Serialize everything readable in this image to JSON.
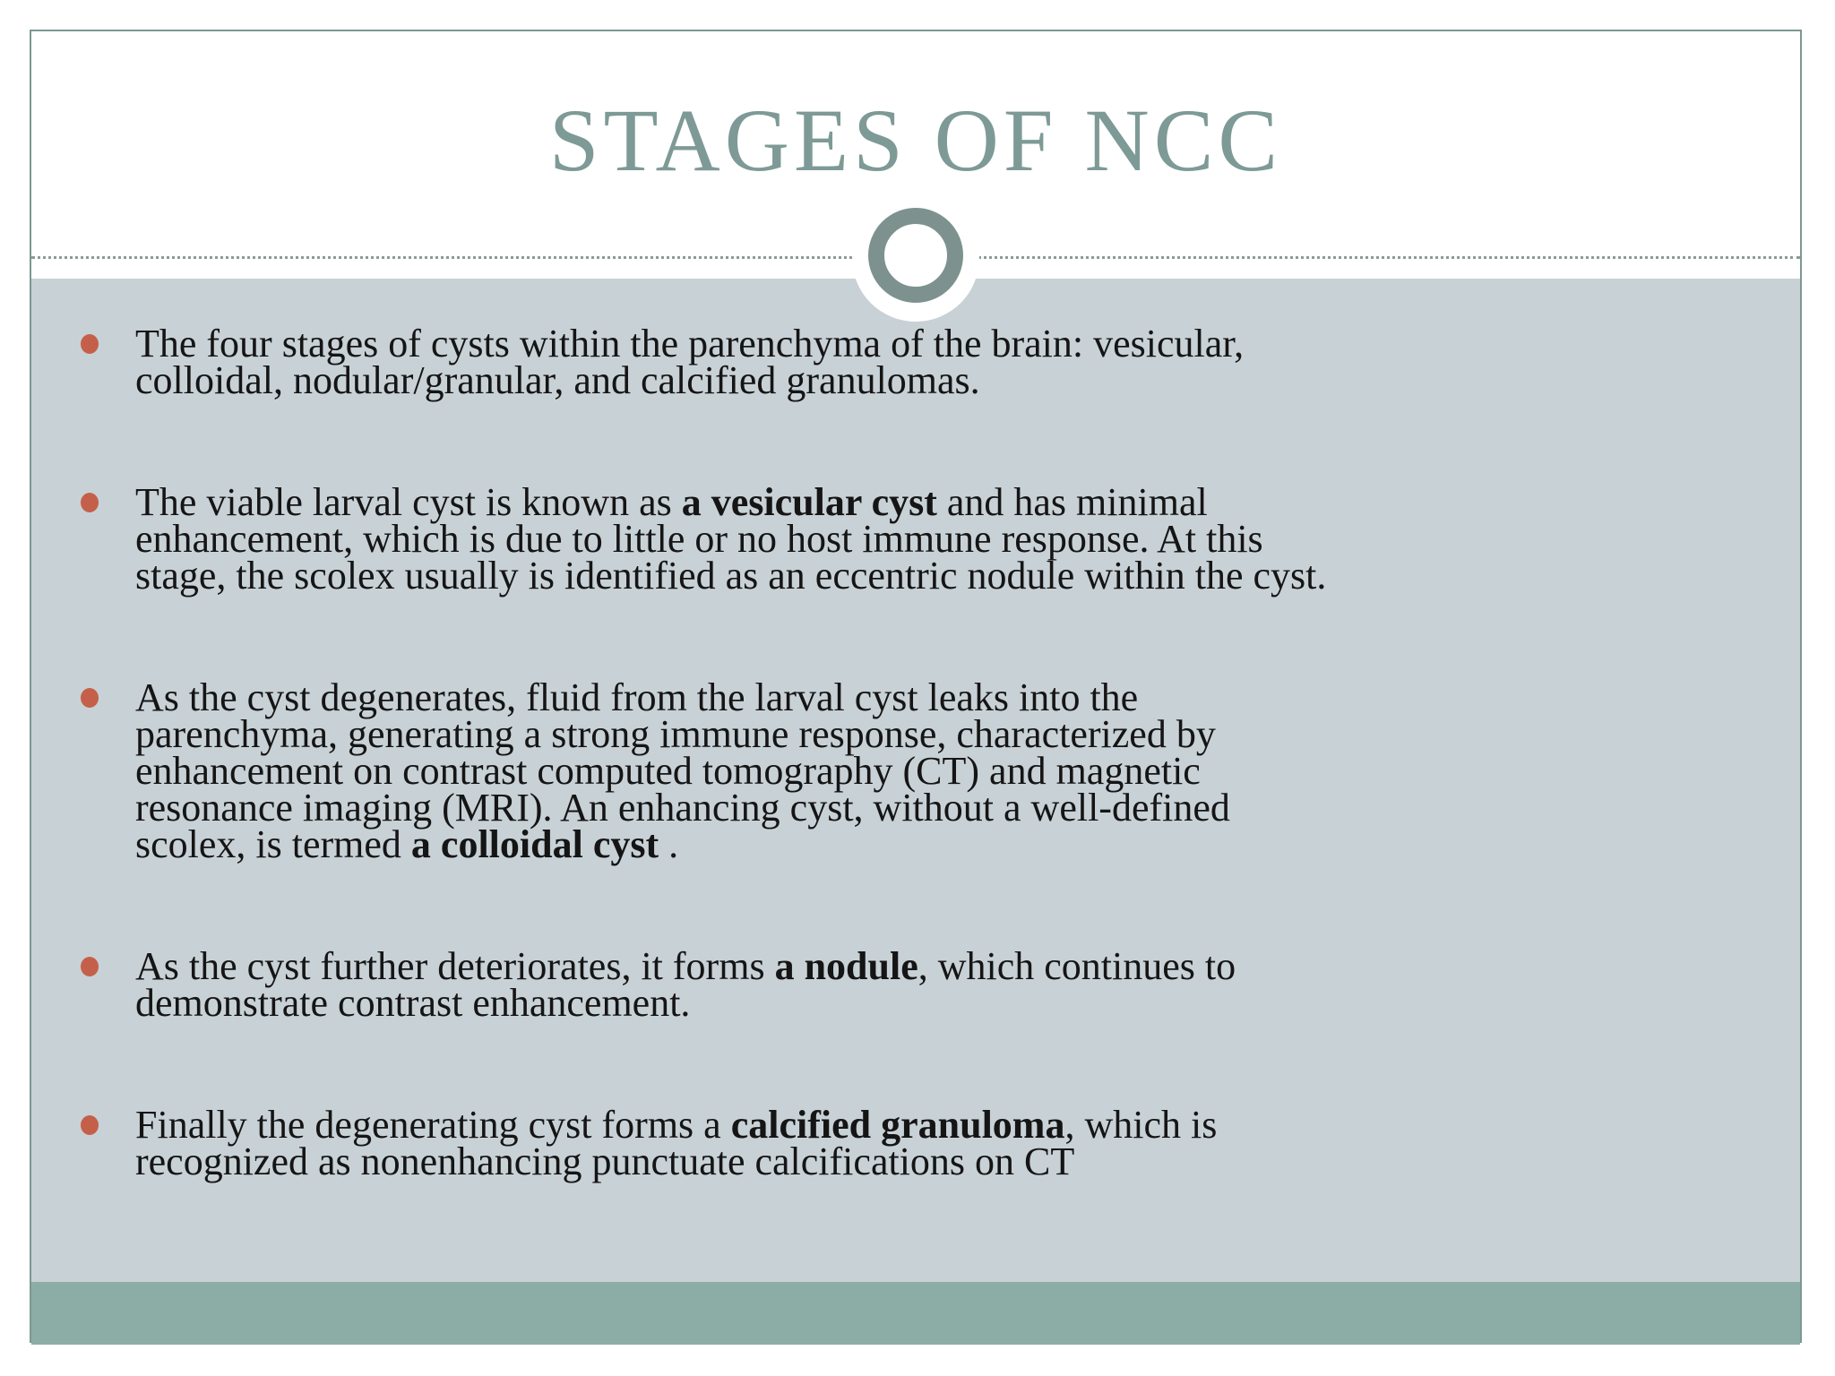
{
  "slide": {
    "title": "STAGES OF NCC",
    "ornament": {
      "icon": "circle-ornament-icon"
    },
    "bullets": [
      {
        "lines": [
          [
            {
              "t": "The four stages of cysts within the parenchyma of the brain: vesicular,"
            }
          ],
          [
            {
              "t": "colloidal, nodular/granular, and calcified granulomas."
            }
          ]
        ]
      },
      {
        "lines": [
          [
            {
              "t": "The viable larval cyst is known as "
            },
            {
              "t": "a vesicular cyst",
              "b": true
            },
            {
              "t": " and has minimal"
            }
          ],
          [
            {
              "t": "enhancement, which is due to little or no host immune response. At this"
            }
          ],
          [
            {
              "t": "stage, the scolex usually is identified as an eccentric nodule within the cyst."
            }
          ]
        ]
      },
      {
        "lines": [
          [
            {
              "t": "As the cyst degenerates, fluid from the larval cyst leaks into the"
            }
          ],
          [
            {
              "t": "parenchyma, generating a strong immune response, characterized by"
            }
          ],
          [
            {
              "t": "enhancement on contrast computed tomography (CT) and magnetic"
            }
          ],
          [
            {
              "t": "resonance imaging (MRI). An enhancing cyst, without a well-defined"
            }
          ],
          [
            {
              "t": "scolex, is termed "
            },
            {
              "t": "a colloidal cyst",
              "b": true
            },
            {
              "t": " ."
            }
          ]
        ]
      },
      {
        "lines": [
          [
            {
              "t": "As the cyst further deteriorates, it forms "
            },
            {
              "t": "a nodule",
              "b": true
            },
            {
              "t": ", which continues to"
            }
          ],
          [
            {
              "t": "demonstrate contrast enhancement."
            }
          ]
        ]
      },
      {
        "lines": [
          [
            {
              "t": "Finally the degenerating cyst forms a "
            },
            {
              "t": "calcified granuloma",
              "b": true
            },
            {
              "t": ", which is"
            }
          ],
          [
            {
              "t": "recognized as nonenhancing punctuate calcifications on CT"
            }
          ]
        ]
      }
    ],
    "colors": {
      "title_text": "#7e9a96",
      "slide_border": "#7e9793",
      "body_background": "#c8d1d6",
      "footer_bar": "#8bada6",
      "bullet_accent": "#c4604a",
      "body_text": "#151515",
      "ornament_ring": "#7d928e"
    }
  }
}
